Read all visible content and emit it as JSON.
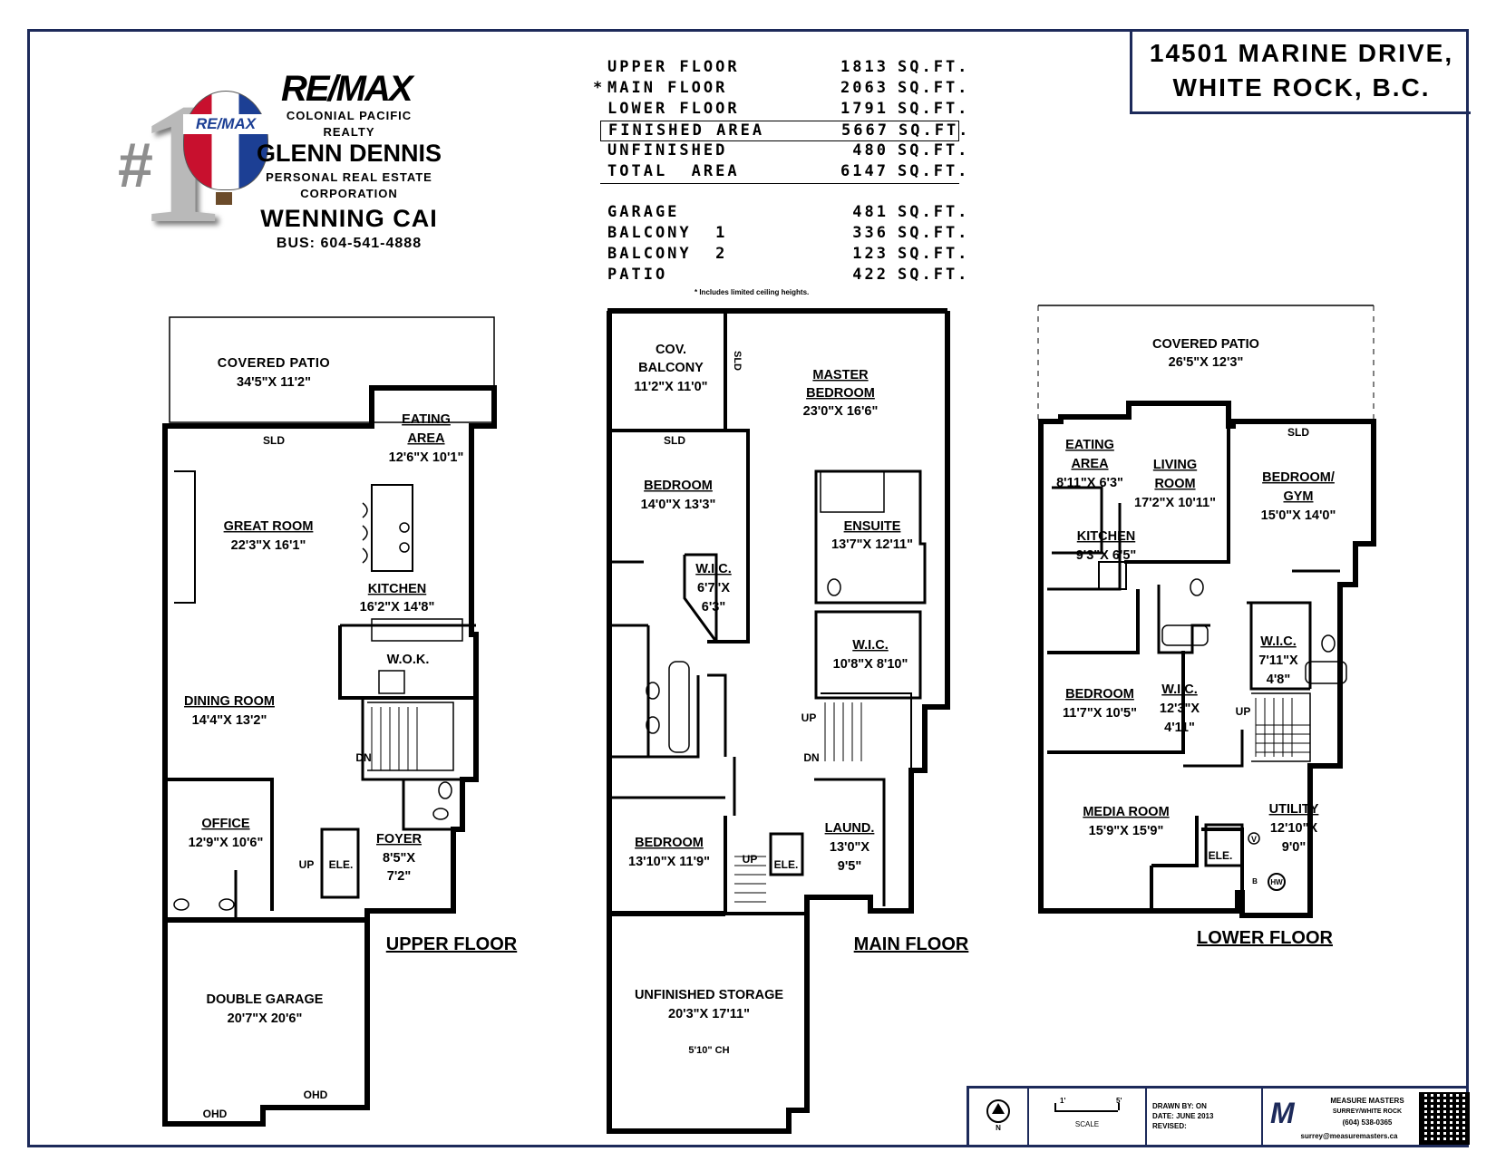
{
  "address": {
    "line1": "14501 MARINE DRIVE,",
    "line2": "WHITE ROCK, B.C."
  },
  "brand": {
    "logo_text": "RE/MAX",
    "balloon_text": "RE/MAX",
    "big_number": "1",
    "hash": "#",
    "company_line1": "COLONIAL PACIFIC",
    "company_line2": "REALTY",
    "agent1": "GLENN DENNIS",
    "agent1_sub1": "PERSONAL REAL ESTATE",
    "agent1_sub2": "CORPORATION",
    "agent2": "WENNING CAI",
    "phone": "BUS: 604-541-4888"
  },
  "areas": {
    "rows": [
      {
        "label": "UPPER FLOOR",
        "value": "1813",
        "unit": "SQ.FT.",
        "star": ""
      },
      {
        "label": "MAIN FLOOR",
        "value": "2063",
        "unit": "SQ.FT.",
        "star": "*"
      },
      {
        "label": "LOWER FLOOR",
        "value": "1791",
        "unit": "SQ.FT.",
        "star": ""
      },
      {
        "label": "FINISHED AREA",
        "value": "5667",
        "unit": "SQ.FT.",
        "star": ""
      },
      {
        "label": "UNFINISHED",
        "value": "480",
        "unit": "SQ.FT.",
        "star": ""
      },
      {
        "label": "TOTAL  AREA",
        "value": "6147",
        "unit": "SQ.FT.",
        "star": ""
      }
    ],
    "extras": [
      {
        "label": "GARAGE",
        "value": "481",
        "unit": "SQ.FT."
      },
      {
        "label": "BALCONY  1",
        "value": "336",
        "unit": "SQ.FT."
      },
      {
        "label": "BALCONY  2",
        "value": "123",
        "unit": "SQ.FT."
      },
      {
        "label": "PATIO",
        "value": "422",
        "unit": "SQ.FT."
      }
    ],
    "note": "* Includes limited ceiling heights."
  },
  "floors": {
    "upper": {
      "title": "UPPER FLOOR",
      "rooms": [
        {
          "name": "COVERED PATIO",
          "dims": "34'5\"X 11'2\""
        },
        {
          "name": "EATING",
          "name2": "AREA",
          "dims": "12'6\"X 10'1\""
        },
        {
          "name": "GREAT ROOM",
          "dims": "22'3\"X 16'1\""
        },
        {
          "name": "KITCHEN",
          "dims": "16'2\"X 14'8\""
        },
        {
          "name": "W.O.K."
        },
        {
          "name": "DINING ROOM",
          "dims": "14'4\"X 13'2\""
        },
        {
          "name": "OFFICE",
          "dims": "12'9\"X 10'6\""
        },
        {
          "name": "FOYER",
          "dims": "8'5\"X",
          "dims2": "7'2\""
        },
        {
          "name": "DOUBLE GARAGE",
          "dims": "20'7\"X 20'6\""
        }
      ],
      "labels": {
        "sld": "SLD",
        "dn": "DN",
        "up": "UP",
        "ele": "ELE.",
        "ohd1": "OHD",
        "ohd2": "OHD"
      }
    },
    "main": {
      "title": "MAIN FLOOR",
      "rooms": [
        {
          "name": "COV.",
          "name2": "BALCONY",
          "dims": "11'2\"X 11'0\""
        },
        {
          "name": "MASTER",
          "name2": "BEDROOM",
          "dims": "23'0\"X 16'6\""
        },
        {
          "name": "BEDROOM",
          "dims": "14'0\"X 13'3\""
        },
        {
          "name": "ENSUITE",
          "dims": "13'7\"X 12'11\""
        },
        {
          "name": "W.I.C.",
          "dims": "6'7\"X",
          "dims2": "6'3\""
        },
        {
          "name": "W.I.C.",
          "dims": "10'8\"X 8'10\""
        },
        {
          "name": "BEDROOM",
          "dims": "13'10\"X 11'9\""
        },
        {
          "name": "LAUND.",
          "dims": "13'0\"X",
          "dims2": "9'5\""
        },
        {
          "name": "UNFINISHED  STORAGE",
          "dims": "20'3\"X 17'11\"",
          "note": "5'10\" CH"
        }
      ],
      "labels": {
        "sld_v": "SLD",
        "sld": "SLD",
        "up": "UP",
        "dn": "DN",
        "up2": "UP",
        "ele": "ELE."
      }
    },
    "lower": {
      "title": "LOWER FLOOR",
      "rooms": [
        {
          "name": "COVERED PATIO",
          "dims": "26'5\"X 12'3\""
        },
        {
          "name": "EATING",
          "name2": "AREA",
          "dims": "8'11\"X 6'3\""
        },
        {
          "name": "LIVING",
          "name2": "ROOM",
          "dims": "17'2\"X 10'11\""
        },
        {
          "name": "BEDROOM/",
          "name2": "GYM",
          "dims": "15'0\"X 14'0\""
        },
        {
          "name": "KITCHEN",
          "dims": "9'3\"X 6'5\""
        },
        {
          "name": "W.I.C.",
          "dims": "7'11\"X",
          "dims2": "4'8\""
        },
        {
          "name": "BEDROOM",
          "dims": "11'7\"X 10'5\""
        },
        {
          "name": "W.I.C.",
          "dims": "12'3\"X",
          "dims2": "4'11\""
        },
        {
          "name": "MEDIA  ROOM",
          "dims": "15'9\"X 15'9\""
        },
        {
          "name": "UTILITY",
          "dims": "12'10\"X",
          "dims2": "9'0\""
        }
      ],
      "labels": {
        "sld": "SLD",
        "up": "UP",
        "ele": "ELE.",
        "hw": "HW",
        "v": "V",
        "b": "B"
      }
    }
  },
  "titleblock": {
    "north": "N",
    "scale_label": "SCALE",
    "scale_ticks": [
      "1'",
      "5'"
    ],
    "drawn_by": "DRAWN BY: ON",
    "date": "DATE: JUNE 2013",
    "revised": "REVISED:",
    "company": "MEASURE MASTERS",
    "company_sub": "SURREY/WHITE ROCK",
    "company_phone": "(604) 538-0365",
    "company_email": "surrey@measuremasters.ca"
  }
}
